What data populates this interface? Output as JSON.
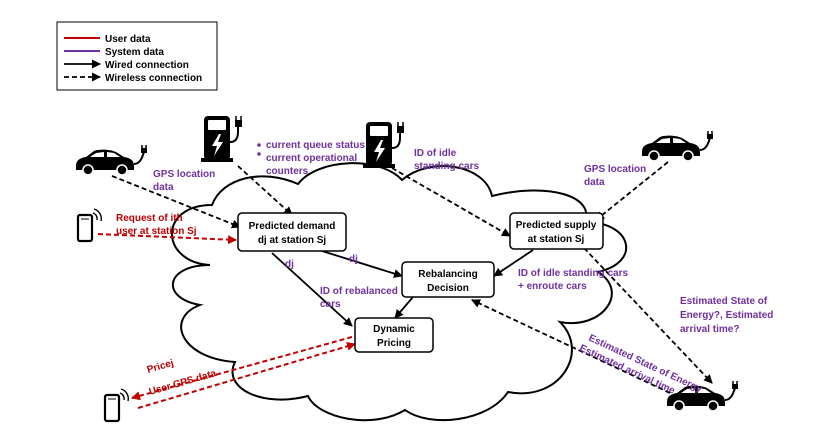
{
  "legend": {
    "user_data": "User data",
    "system_data": "System data",
    "wired": "Wired connection",
    "wireless": "Wireless connection"
  },
  "colors": {
    "user_data": "#c00000",
    "system_data": "#7030a0",
    "line": "#000000"
  },
  "nodes": {
    "predicted_demand": [
      "Predicted demand",
      "dj at station Sj"
    ],
    "predicted_supply": [
      "Predicted supply",
      "at station Sj"
    ],
    "rebalancing": [
      "Rebalancing",
      "Decision"
    ],
    "pricing": [
      "Dynamic",
      "Pricing"
    ]
  },
  "labels": {
    "queue_status": [
      "current queue status",
      "current operational",
      "counters"
    ],
    "idle_cars": [
      "ID of idle",
      "standing cars"
    ],
    "gps_left": [
      "GPS location",
      "data"
    ],
    "gps_right": [
      "GPS location",
      "data"
    ],
    "request": [
      "Request of ith",
      "user at station Sj"
    ],
    "dj_pricing": "dj",
    "dj_rebalancing": "dj",
    "rebalanced_cars": [
      "ID of rebalanced",
      "cars"
    ],
    "idle_enroute": [
      "ID of idle standing cars",
      "+ enroute cars"
    ],
    "soe_question": [
      "Estimated State of",
      "Energy?, Estimated",
      "arrival time?"
    ],
    "soe_answer": [
      "Estimated State of Energy",
      "Estimated arrival time"
    ],
    "price": "Pricej",
    "user_gps": "User GPS data"
  },
  "icons": [
    "ev-car-icon",
    "charging-station-icon",
    "smartphone-icon",
    "cloud-shape"
  ]
}
